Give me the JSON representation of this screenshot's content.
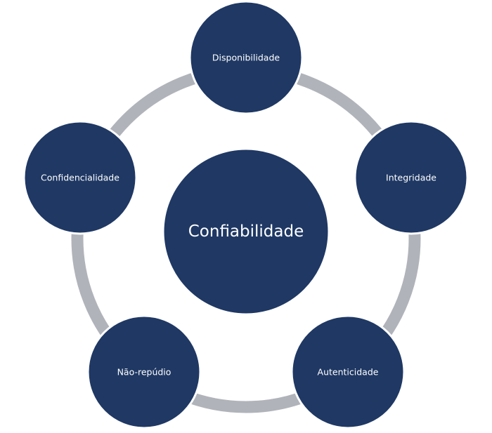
{
  "diagram": {
    "colors": {
      "node_fill": "#1f3864",
      "node_stroke": "#ffffff",
      "ring": "#b0b3ba",
      "text": "#ffffff"
    },
    "center": {
      "label": "Confiabilidade"
    },
    "nodes": [
      {
        "label": "Disponibilidade"
      },
      {
        "label": "Integridade"
      },
      {
        "label": "Autenticidade"
      },
      {
        "label": "Não-repúdio"
      },
      {
        "label": "Confidencialidade"
      }
    ]
  }
}
